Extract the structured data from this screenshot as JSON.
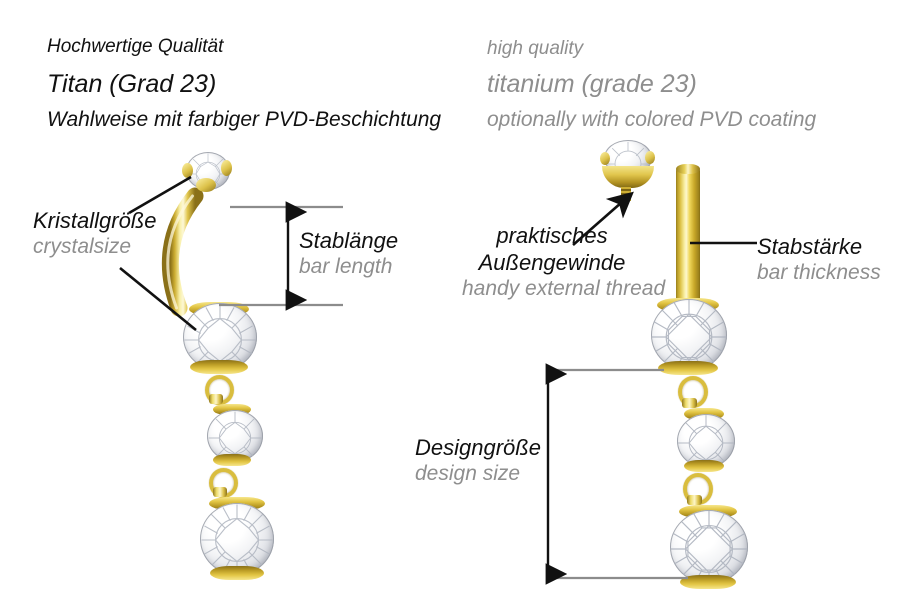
{
  "headers": {
    "german": {
      "line1": "Hochwertige Qualität",
      "line2": "Titan (Grad 23)",
      "line3": "Wahlweise mit farbiger PVD-Beschichtung"
    },
    "english": {
      "line1": "high quality",
      "line2": "titanium (grade 23)",
      "line3": "optionally with colored PVD coating"
    }
  },
  "annotations": {
    "crystal_size": {
      "de": "Kristallgröße",
      "en": "crystalsize"
    },
    "bar_length": {
      "de": "Stablänge",
      "en": "bar length"
    },
    "external_thread": {
      "de_line1": "praktisches",
      "de_line2": "Außengewinde",
      "en": "handy external thread"
    },
    "bar_thickness": {
      "de": "Stabstärke",
      "en": "bar thickness"
    },
    "design_size": {
      "de": "Designgröße",
      "en": "design size"
    }
  },
  "colors": {
    "gold_dark": "#8a7018",
    "gold_mid": "#d9bd3e",
    "gold_light": "#fdf6c8",
    "crystal": "#ffffff",
    "text_dark": "#111111",
    "text_gray": "#8e8e8e",
    "dimension_line": "#8c8c8c",
    "background": "#ffffff"
  },
  "figures": {
    "left": {
      "name": "curved-banana-barbell-with-three-dangling-crystals",
      "gem_count": 4
    },
    "right": {
      "name": "straight-barbell-with-external-thread-and-three-dangling-crystals",
      "gem_count": 4
    }
  }
}
